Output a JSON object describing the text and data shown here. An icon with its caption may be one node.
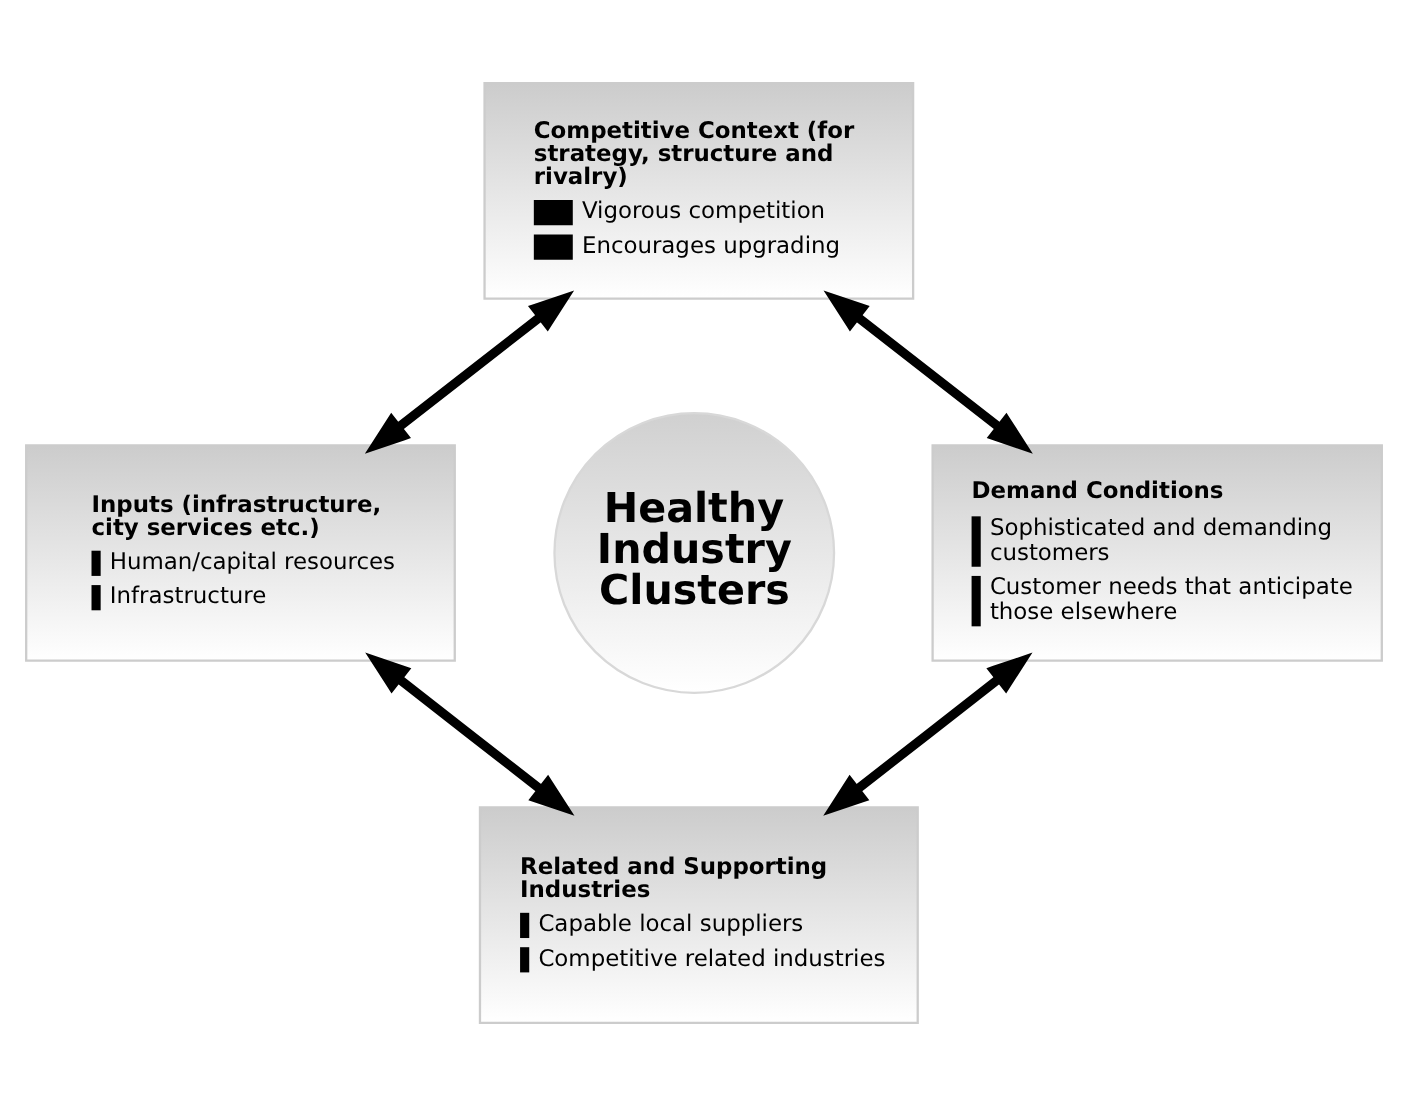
{
  "diagram": {
    "nodes": [
      {
        "text": [
          "Competitive Context (for strategy, structure and rivalry)",
          "Vigorous competition",
          "Encourages upgrading"
        ]
      },
      {
        "text": [
          "Inputs (infrastructure, city services etc.)",
          "Human/capital resources",
          "Infrastructure"
        ]
      },
      {
        "text": [
          "Healthy Industry Clusters"
        ]
      },
      {
        "text": [
          "Demand Conditions",
          "Sophisticated and demanding customers",
          "Customer needs that anticipate those elsewhere"
        ]
      },
      {
        "text": [
          "Related and Supporting Industries",
          "Capable local suppliers",
          "Competitive related industries"
        ]
      }
    ],
    "edges": [
      {
        "from": 0,
        "to": 1,
        "arrow": "both"
      },
      {
        "from": 0,
        "to": 3,
        "arrow": "both"
      },
      {
        "from": 1,
        "to": 4,
        "arrow": "both"
      },
      {
        "from": 3,
        "to": 4,
        "arrow": "both"
      }
    ]
  }
}
